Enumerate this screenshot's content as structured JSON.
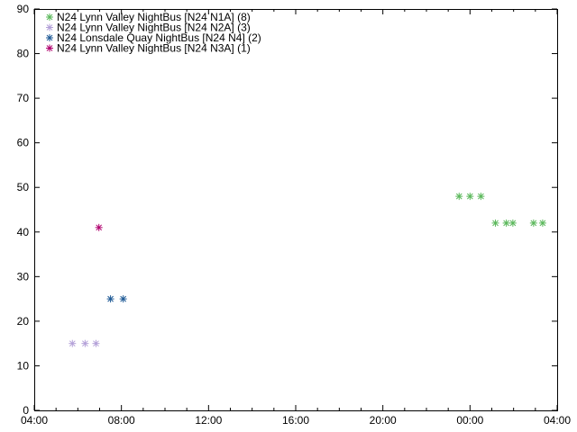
{
  "chart_data": {
    "type": "scatter",
    "title": "",
    "xlabel": "",
    "ylabel": "",
    "x_axis": {
      "type": "time",
      "range": [
        "04:00",
        "04:00+1"
      ],
      "ticks": [
        "04:00",
        "08:00",
        "12:00",
        "16:00",
        "20:00",
        "00:00",
        "04:00"
      ],
      "minor_ticks_per_major": 4
    },
    "ylim": [
      0,
      90
    ],
    "y_ticks": [
      "0",
      "10",
      "20",
      "30",
      "40",
      "50",
      "60",
      "70",
      "80",
      "90"
    ],
    "grid": false,
    "legend_position": "top-left",
    "marker": "asterisk",
    "series": [
      {
        "name": "N24 Lynn Valley NightBus [N24 N1A] (8)",
        "color": "#5bb85b",
        "points": [
          {
            "x": "23:30",
            "y": 48
          },
          {
            "x": "00:00",
            "y": 48
          },
          {
            "x": "00:30",
            "y": 48
          },
          {
            "x": "01:10",
            "y": 42
          },
          {
            "x": "01:40",
            "y": 42
          },
          {
            "x": "01:58",
            "y": 42
          },
          {
            "x": "02:55",
            "y": 42
          },
          {
            "x": "03:20",
            "y": 42
          }
        ]
      },
      {
        "name": "N24 Lynn Valley NightBus [N24 N2A] (3)",
        "color": "#b3a0d8",
        "points": [
          {
            "x": "05:45",
            "y": 15
          },
          {
            "x": "06:20",
            "y": 15
          },
          {
            "x": "06:50",
            "y": 15
          }
        ]
      },
      {
        "name": "N24 Lonsdale Quay NightBus [N24 N4] (2)",
        "color": "#1f5a96",
        "points": [
          {
            "x": "07:30",
            "y": 25
          },
          {
            "x": "08:05",
            "y": 25
          }
        ]
      },
      {
        "name": "N24 Lynn Valley NightBus [N24 N3A] (1)",
        "color": "#b0006e",
        "points": [
          {
            "x": "06:58",
            "y": 41
          }
        ]
      }
    ]
  }
}
